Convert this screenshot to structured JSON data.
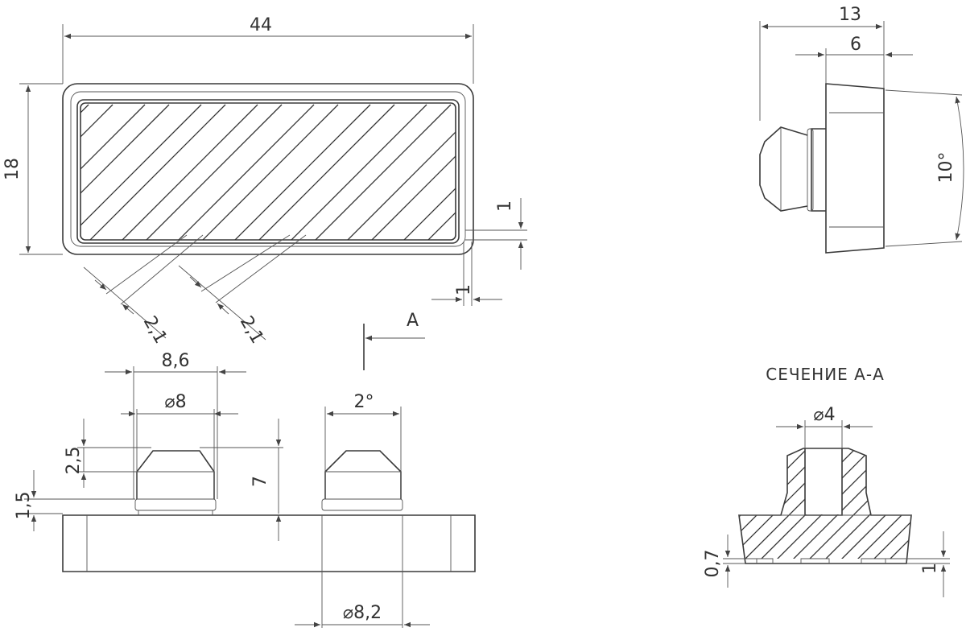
{
  "dimensions": {
    "length": "44",
    "width": "18",
    "pitch_1": "2,1",
    "pitch_2": "2,1",
    "side_gap": "1",
    "bottom_gap": "1",
    "side_depth": "13",
    "side_step": "6",
    "side_angle": "10°",
    "stem_span": "8,6",
    "stem_dia": "⌀8",
    "stem_angle": "2°",
    "stem_chamfer": "2,5",
    "stem_collar": "1,5",
    "stem_height": "7",
    "stem_base_dia": "⌀8,2",
    "section_dia": "⌀4",
    "section_left_offset": "0,7",
    "section_right_offset": "1"
  },
  "labels": {
    "view_arrow": "A",
    "section_title": "СЕЧЕНИЕ А-А"
  }
}
